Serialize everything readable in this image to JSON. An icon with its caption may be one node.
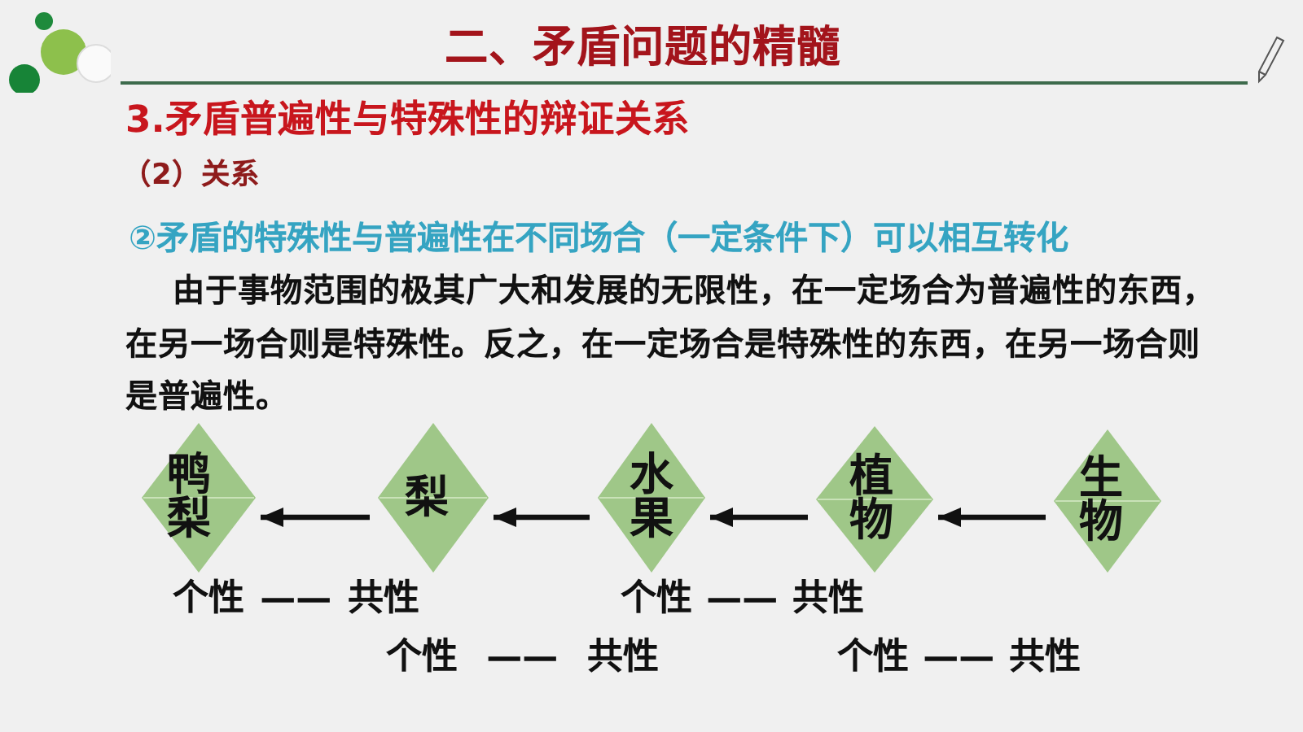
{
  "diagram": {
    "title": "二、矛盾问题的精髓",
    "nodes": [
      {
        "text": [
          "鸭梨"
        ]
      },
      {
        "text": [
          "梨"
        ]
      },
      {
        "text": [
          "水果"
        ]
      },
      {
        "text": [
          "植物"
        ]
      },
      {
        "text": [
          "生物"
        ]
      }
    ],
    "edges": [
      {
        "from": 1,
        "to": 0,
        "arrow": "to"
      },
      {
        "from": 2,
        "to": 1,
        "arrow": "to"
      },
      {
        "from": 3,
        "to": 2,
        "arrow": "to"
      },
      {
        "from": 4,
        "to": 3,
        "arrow": "to"
      }
    ],
    "labels": [
      "3.矛盾普遍性与特殊性的辩证关系",
      "（2）关系",
      "②矛盾的特殊性与普遍性在不同场合（一定条件下）可以相互转化",
      "由于事物范围的极其广大和发展的无限性，在一定场合为普遍性的东西，在另一场合则是特殊性。反之，在一定场合是特殊性的东西，在另一场合则是普遍性。",
      "个性 —— 共性",
      "个性 —— 共性",
      "个性 —— 共性",
      "个性 —— 共性"
    ]
  }
}
